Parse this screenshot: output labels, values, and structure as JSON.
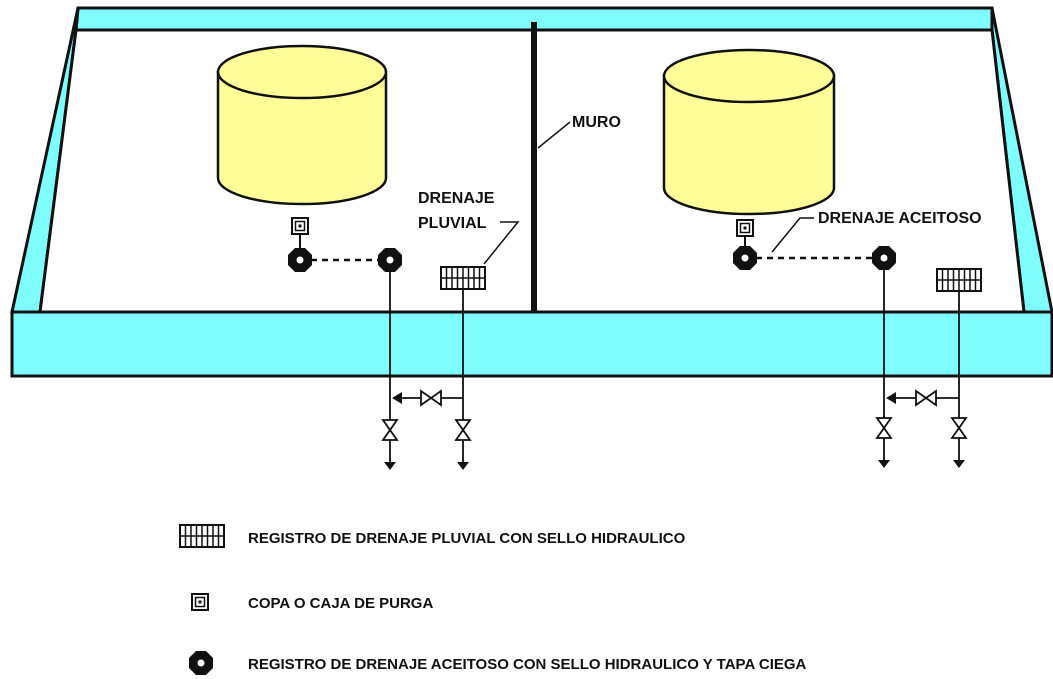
{
  "colors": {
    "wall": "#7ffcfc",
    "tank": "#ffff99",
    "outline": "#111111",
    "background": "#ffffff"
  },
  "labels": {
    "muro": "MURO",
    "drenaje_pluvial_line1": "DRENAJE",
    "drenaje_pluvial_line2": "PLUVIAL",
    "drenaje_aceitoso": "DRENAJE ACEITOSO"
  },
  "legend": [
    {
      "icon": "storm-drain-grate-icon",
      "text": "REGISTRO DE DRENAJE  PLUVIAL CON SELLO HIDRAULICO"
    },
    {
      "icon": "purge-box-icon",
      "text": "COPA O CAJA DE PURGA"
    },
    {
      "icon": "oily-drain-register-icon",
      "text": "REGISTRO DE DRENAJE ACEITOSO CON SELLO HIDRAULICO Y TAPA CIEGA"
    }
  ]
}
